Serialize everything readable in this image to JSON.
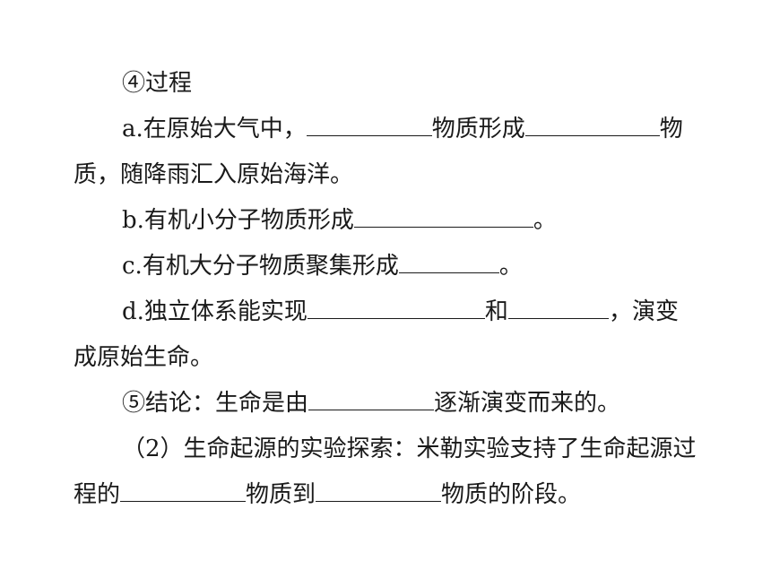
{
  "lines": [
    {
      "parts": [
        "④过程"
      ]
    },
    {
      "parts": [
        "a.在原始大气中，",
        "物质形成",
        "物"
      ]
    },
    {
      "parts": [
        "质，随降雨汇入原始海洋。"
      ]
    },
    {
      "parts": [
        "b.有机小分子物质形成",
        "。"
      ]
    },
    {
      "parts": [
        "c.有机大分子物质聚集形成",
        "。"
      ]
    },
    {
      "parts": [
        "d.独立体系能实现",
        "和",
        "，演变"
      ]
    },
    {
      "parts": [
        "成原始生命。"
      ]
    },
    {
      "parts": [
        "⑤结论：生命是由",
        "逐渐演变而来的。"
      ]
    },
    {
      "parts": [
        "（2）生命起源的实验探索：米勒实验支持了生命起源过"
      ]
    },
    {
      "parts": [
        "程的",
        "物质到",
        "物质的阶段。"
      ]
    }
  ]
}
